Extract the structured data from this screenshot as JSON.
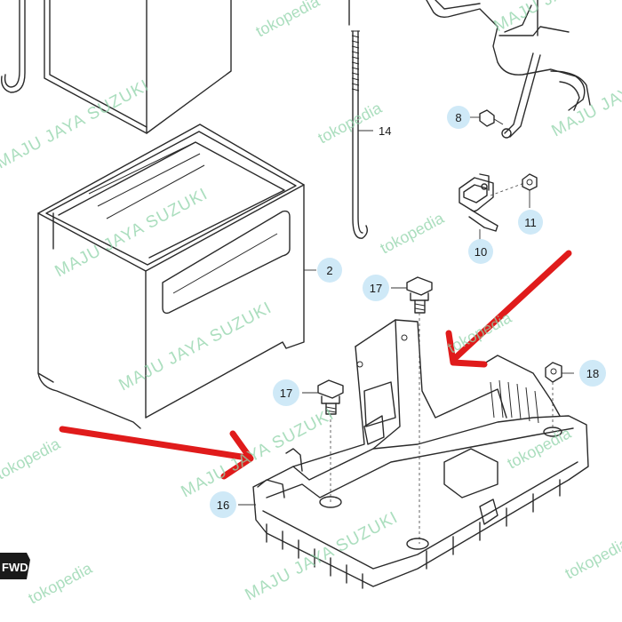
{
  "diagram": {
    "callouts": [
      {
        "id": "c8",
        "label": "8"
      },
      {
        "id": "c10",
        "label": "10"
      },
      {
        "id": "c11",
        "label": "11"
      },
      {
        "id": "c2",
        "label": "2"
      },
      {
        "id": "c17a",
        "label": "17"
      },
      {
        "id": "c17b",
        "label": "17"
      },
      {
        "id": "c18",
        "label": "18"
      },
      {
        "id": "c16",
        "label": "16"
      }
    ],
    "plain_labels": [
      {
        "id": "p14",
        "label": "14"
      }
    ],
    "corner_badge": "FWD",
    "watermarks": {
      "shop": "MAJU JAYA SUZUKI",
      "marketplace": "tokopedia"
    },
    "colors": {
      "bubble": "#cfe9f7",
      "arrow": "#e01b1b",
      "watermark": "#8fd3a9",
      "line": "#2a2a2a"
    }
  }
}
